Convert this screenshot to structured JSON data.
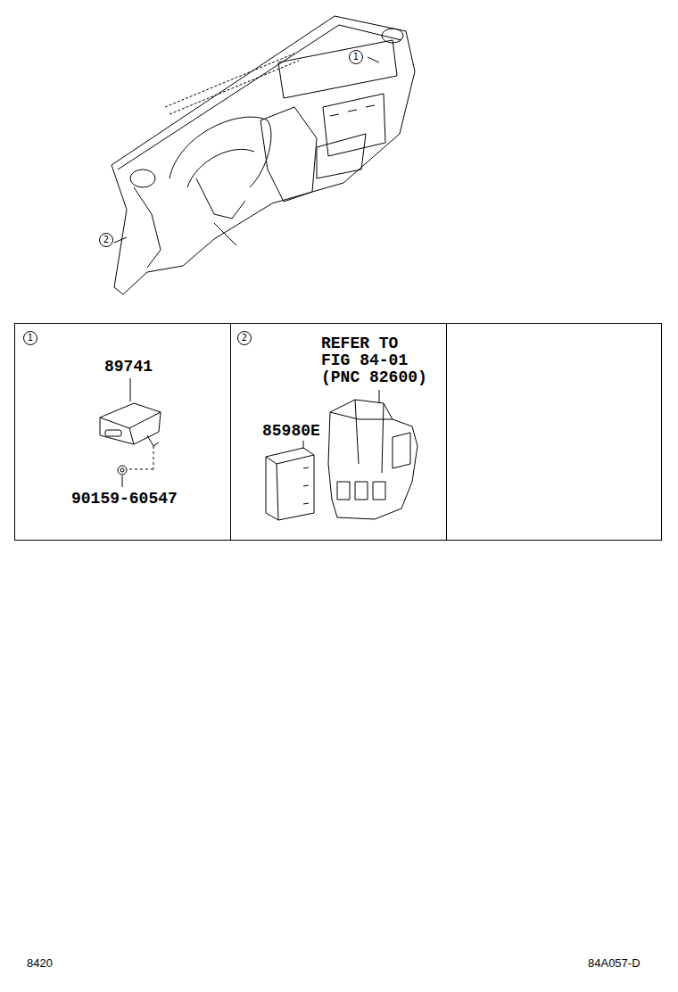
{
  "diagram": {
    "labels": [
      "1",
      "2",
      "1",
      "89741",
      "90159-60547",
      "2",
      "REFER TO FIG 84-01 (PNC 82600)",
      "85980E",
      "8420",
      "84A057-D"
    ]
  }
}
